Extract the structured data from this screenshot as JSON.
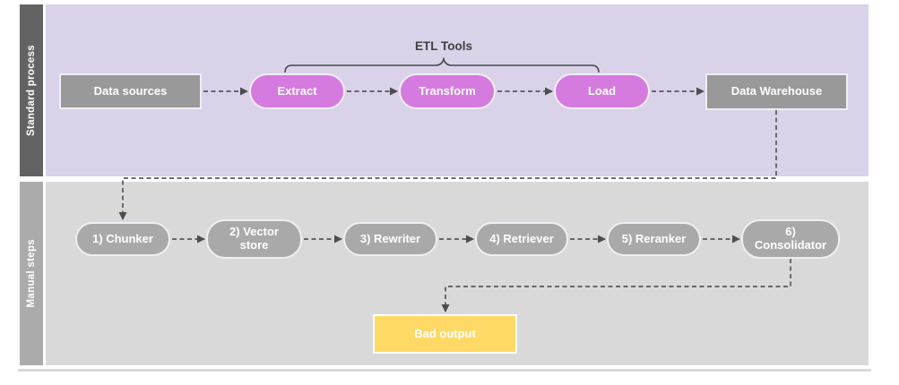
{
  "diagram": {
    "title_context": "ETL pipeline with manual RAG steps",
    "lanes": [
      {
        "label": "Standard process"
      },
      {
        "label": "Manual steps"
      }
    ],
    "annotation": {
      "label": "ETL Tools",
      "spans": [
        "Extract",
        "Transform",
        "Load"
      ]
    },
    "nodes": {
      "data_sources": {
        "label": "Data sources",
        "shape": "rectangle",
        "lane": "Standard process"
      },
      "extract": {
        "label": "Extract",
        "shape": "pill",
        "lane": "Standard process"
      },
      "transform": {
        "label": "Transform",
        "shape": "pill",
        "lane": "Standard process"
      },
      "load": {
        "label": "Load",
        "shape": "pill",
        "lane": "Standard process"
      },
      "data_warehouse": {
        "label": "Data Warehouse",
        "shape": "rectangle",
        "lane": "Standard process"
      },
      "chunker": {
        "label": "1) Chunker",
        "shape": "pill",
        "lane": "Manual steps"
      },
      "vector_store": {
        "label": "2) Vector store",
        "shape": "pill",
        "lane": "Manual steps"
      },
      "rewriter": {
        "label": "3) Rewriter",
        "shape": "pill",
        "lane": "Manual steps"
      },
      "retriever": {
        "label": "4) Retriever",
        "shape": "pill",
        "lane": "Manual steps"
      },
      "reranker": {
        "label": "5) Reranker",
        "shape": "pill",
        "lane": "Manual steps"
      },
      "bad_output": {
        "label": "Bad output",
        "shape": "rectangle",
        "lane": "Manual steps"
      },
      "consolidator": {
        "label": "6) Consolidator",
        "shape": "pill",
        "lane": "Manual steps"
      }
    },
    "edges": [
      {
        "from": "Data sources",
        "to": "Extract",
        "style": "dashed-arrow"
      },
      {
        "from": "Extract",
        "to": "Transform",
        "style": "dashed-arrow"
      },
      {
        "from": "Transform",
        "to": "Load",
        "style": "dashed-arrow"
      },
      {
        "from": "Load",
        "to": "Data Warehouse",
        "style": "dashed-arrow"
      },
      {
        "from": "Data Warehouse",
        "to": "1) Chunker",
        "style": "dashed-arrow"
      },
      {
        "from": "1) Chunker",
        "to": "2) Vector store",
        "style": "dashed-arrow"
      },
      {
        "from": "2) Vector store",
        "to": "3) Rewriter",
        "style": "dashed-arrow"
      },
      {
        "from": "3) Rewriter",
        "to": "4) Retriever",
        "style": "dashed-arrow"
      },
      {
        "from": "4) Retriever",
        "to": "5) Reranker",
        "style": "dashed-arrow"
      },
      {
        "from": "5) Reranker",
        "to": "6) Consolidator",
        "style": "dashed-arrow"
      },
      {
        "from": "6) Consolidator",
        "to": "Bad output",
        "style": "dashed-arrow"
      }
    ],
    "colors": {
      "lane_standard_bg": "#d9d2e9",
      "lane_manual_bg": "#d9d9d9",
      "lane_standard_tab": "#636363",
      "lane_manual_tab": "#ababab",
      "process_box": "#999999",
      "etl_pill": "#d57be0",
      "manual_pill": "#a9a9a9",
      "output_box": "#ffd966",
      "connector": "#575757",
      "annotation_text": "#3f3f3f",
      "node_text": "#ffffff"
    }
  }
}
